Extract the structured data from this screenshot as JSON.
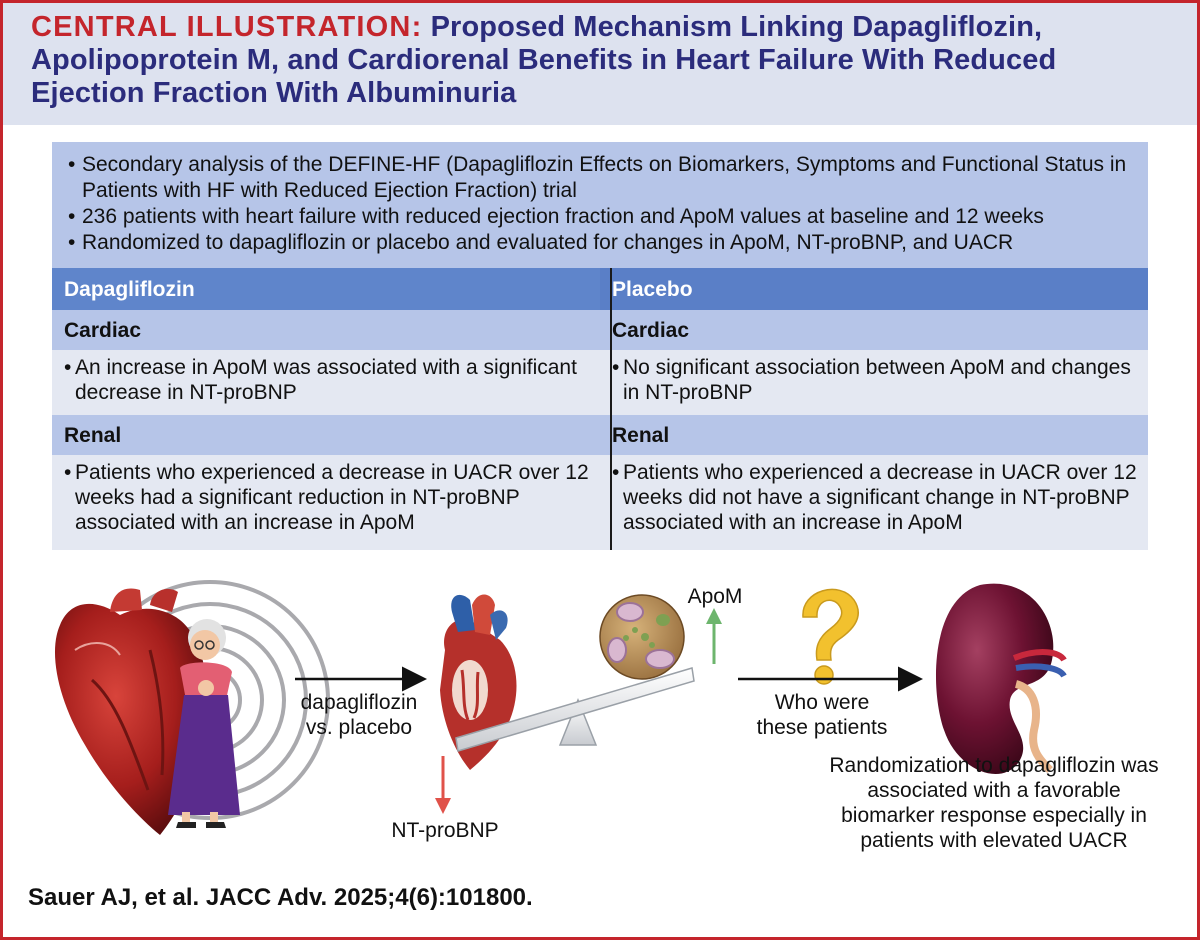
{
  "header": {
    "tag": "CENTRAL ILLUSTRATION:",
    "line1": "Proposed Mechanism Linking Dapagliflozin,",
    "line2": "Apolipoprotein M, and Cardiorenal Benefits in Heart Failure With Reduced",
    "line3": "Ejection Fraction With Albuminuria"
  },
  "summary": [
    "Secondary analysis of the DEFINE-HF (Dapagliflozin Effects on Biomarkers, Symptoms and Functional Status in Patients with HF with Reduced Ejection Fraction) trial",
    "236 patients with heart failure with reduced ejection fraction and ApoM values at baseline and 12 weeks",
    "Randomized to dapagliflozin or placebo and evaluated for changes in ApoM, NT-proBNP, and UACR"
  ],
  "table": {
    "left_header": "Dapagliflozin",
    "right_header": "Placebo",
    "cardiac_label": "Cardiac",
    "renal_label": "Renal",
    "left_cardiac": "An increase in ApoM was associated with a significant decrease in NT-proBNP",
    "right_cardiac": "No significant association between ApoM and changes in NT-proBNP",
    "left_renal": "Patients who experienced a decrease in UACR over 12 weeks had a significant reduction in NT-proBNP associated with an increase in ApoM",
    "right_renal": "Patients who experienced a decrease in UACR over 12 weeks did not have a significant change in NT-proBNP associated with an increase in ApoM"
  },
  "diagram": {
    "arrow1_label": "dapagliflozin vs. placebo",
    "apom_label": "ApoM",
    "ntprobnp_label": "NT-proBNP",
    "question_label": "Who were these patients",
    "conclusion": "Randomization to dapagliflozin was associated with a favorable biomarker response especially in patients with elevated UACR"
  },
  "citation": "Sauer AJ, et al. JACC Adv. 2025;4(6):101800.",
  "colors": {
    "accent_red": "#c4252c",
    "title_navy": "#2b2c7c",
    "header_blue": "#5f85cb",
    "light_blue": "#b6c5e8",
    "pale_blue": "#e4e8f2",
    "up_arrow": "#6db56d",
    "down_arrow": "#e0524a"
  },
  "icons": [
    "heart-icon",
    "patient-icon",
    "heart-cross-section-icon",
    "lipoprotein-icon",
    "seesaw-icon",
    "question-mark-icon",
    "kidney-icon"
  ]
}
